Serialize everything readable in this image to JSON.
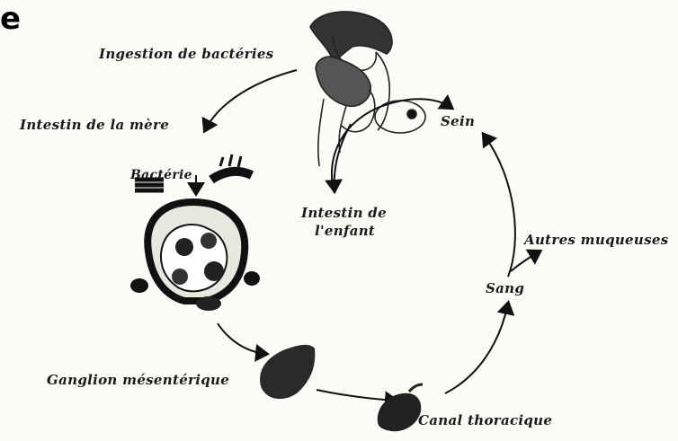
{
  "corner_mark": "e",
  "labels": {
    "ingestion": "Ingestion de bactéries",
    "intestin_mere": "Intestin de la mère",
    "bacterie": "Bactérie",
    "intestin_enfant_1": "Intestin de",
    "intestin_enfant_2": "l'enfant",
    "sein": "Sein",
    "autres": "Autres muqueuses",
    "sang": "Sang",
    "ganglion": "Ganglion mésentérique",
    "canal": "Canal thoracique"
  }
}
